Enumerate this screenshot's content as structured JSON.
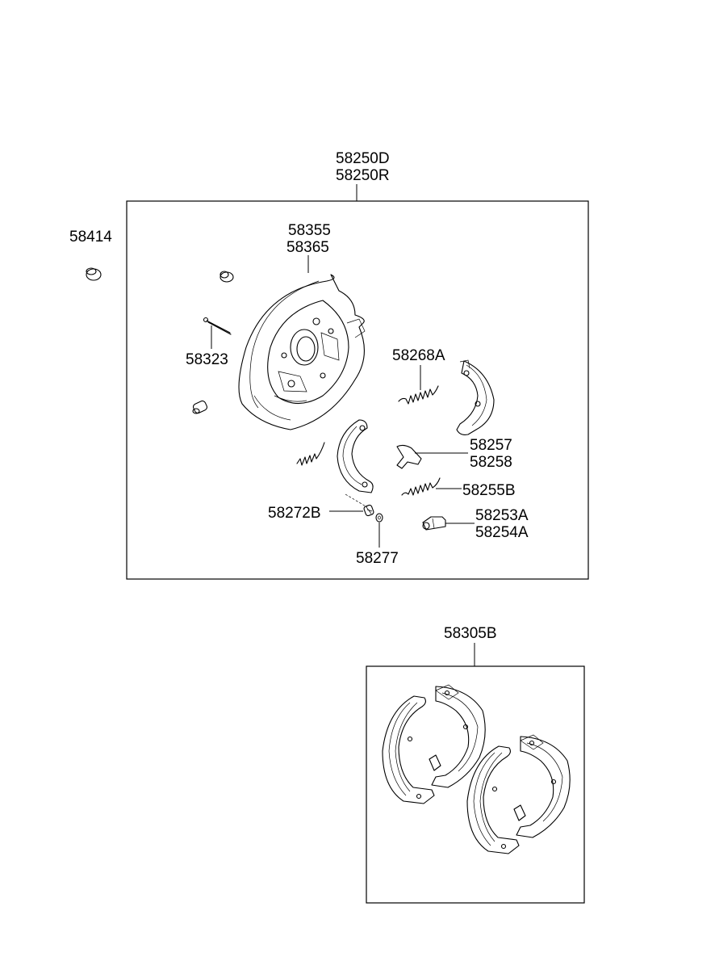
{
  "labels": {
    "assy_left": "58250D",
    "assy_right": "58250R",
    "cap": "58414",
    "plate_a": "58355",
    "plate_b": "58365",
    "pin": "58323",
    "spring_upper": "58268A",
    "lever_a": "58257",
    "lever_b": "58258",
    "spring_lower": "58255B",
    "adjuster_spring": "58272B",
    "adjuster_a": "58253A",
    "adjuster_b": "58254A",
    "washer": "58277",
    "shoe_kit": "58305B"
  }
}
